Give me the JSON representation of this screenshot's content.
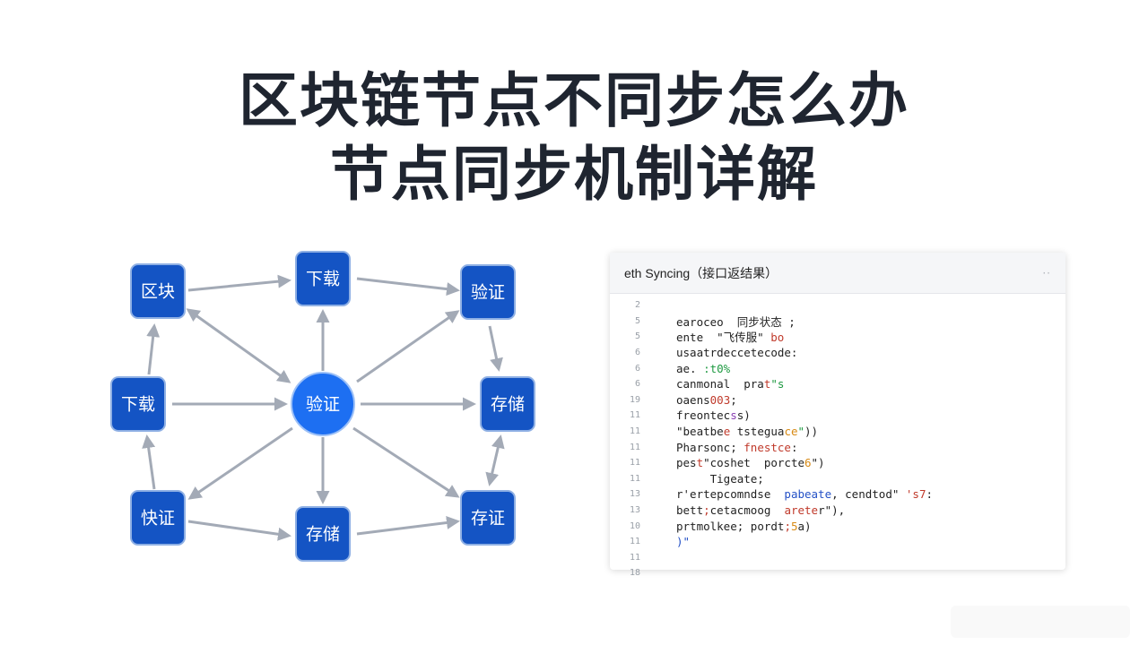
{
  "title": {
    "line1": "区块链节点不同步怎么办",
    "line2": "节点同步机制详解"
  },
  "diagram": {
    "nodes": {
      "top_left": "区块",
      "top_center": "下载",
      "top_right": "验证",
      "mid_left": "下载",
      "center": "验证",
      "mid_right": "存储",
      "bottom_left": "快证",
      "bottom_center": "存储",
      "bottom_right": "存证"
    }
  },
  "panel": {
    "title": "eth Syncing（接口返结果）",
    "menu": "··",
    "lines": [
      {
        "num": "2",
        "segments": []
      },
      {
        "num": "5",
        "segments": [
          {
            "t": "earoceo  同步状态 ;",
            "c": ""
          }
        ]
      },
      {
        "num": "5",
        "segments": [
          {
            "t": "ente  ",
            "c": ""
          },
          {
            "t": "\"飞传服\" ",
            "c": ""
          },
          {
            "t": "bo",
            "c": "c-accent"
          }
        ]
      },
      {
        "num": "6",
        "segments": [
          {
            "t": "usaatrdeccetecode:",
            "c": ""
          }
        ]
      },
      {
        "num": "6",
        "segments": [
          {
            "t": "ae. ",
            "c": ""
          },
          {
            "t": ":t0%",
            "c": "c-green"
          }
        ]
      },
      {
        "num": "6",
        "segments": [
          {
            "t": "canmonal  pra",
            "c": ""
          },
          {
            "t": "t",
            "c": "c-accent"
          },
          {
            "t": "\"s",
            "c": "c-green"
          }
        ]
      },
      {
        "num": "19",
        "segments": [
          {
            "t": "oaens",
            "c": ""
          },
          {
            "t": "003",
            "c": "c-accent"
          },
          {
            "t": ";",
            "c": ""
          }
        ]
      },
      {
        "num": "11",
        "segments": [
          {
            "t": "freontec",
            "c": ""
          },
          {
            "t": "s",
            "c": "c-purple"
          },
          {
            "t": "s)",
            "c": ""
          }
        ]
      },
      {
        "num": "11",
        "segments": [
          {
            "t": "\"beatbe",
            "c": ""
          },
          {
            "t": "e ",
            "c": "c-accent"
          },
          {
            "t": "tstegua",
            "c": ""
          },
          {
            "t": "ce",
            "c": "c-orange"
          },
          {
            "t": "\"",
            "c": "c-green"
          },
          {
            "t": "))",
            "c": ""
          }
        ]
      },
      {
        "num": "11",
        "segments": [
          {
            "t": "Pharsonc; ",
            "c": ""
          },
          {
            "t": "fnestce",
            "c": "c-accent"
          },
          {
            "t": ":",
            "c": ""
          }
        ]
      },
      {
        "num": "11",
        "segments": [
          {
            "t": "pes",
            "c": ""
          },
          {
            "t": "t",
            "c": "c-accent"
          },
          {
            "t": "\"coshet  porcte",
            "c": ""
          },
          {
            "t": "6",
            "c": "c-orange"
          },
          {
            "t": "\")",
            "c": ""
          }
        ]
      },
      {
        "num": "11",
        "segments": [
          {
            "t": "     Tigeate;",
            "c": ""
          }
        ]
      },
      {
        "num": "13",
        "segments": [
          {
            "t": "r'ertepcomndse  ",
            "c": ""
          },
          {
            "t": "pabeate",
            "c": "c-blue"
          },
          {
            "t": ", cendtod\" ",
            "c": ""
          },
          {
            "t": "'s7",
            "c": "c-accent"
          },
          {
            "t": ":",
            "c": ""
          }
        ]
      },
      {
        "num": "13",
        "segments": [
          {
            "t": "bett",
            "c": ""
          },
          {
            "t": ";",
            "c": "c-accent"
          },
          {
            "t": "cetacmoog  ",
            "c": ""
          },
          {
            "t": "arete",
            "c": "c-accent"
          },
          {
            "t": "r\"),",
            "c": ""
          }
        ]
      },
      {
        "num": "10",
        "segments": [
          {
            "t": "prtmolkee; ",
            "c": ""
          },
          {
            "t": "pordt",
            "c": ""
          },
          {
            "t": ";",
            "c": "c-accent"
          },
          {
            "t": "5",
            "c": "c-orange"
          },
          {
            "t": "a)",
            "c": ""
          }
        ]
      },
      {
        "num": "11",
        "segments": [
          {
            "t": ")\"",
            "c": "c-blue"
          }
        ]
      },
      {
        "num": "11",
        "segments": []
      },
      {
        "num": "18",
        "segments": []
      }
    ]
  }
}
